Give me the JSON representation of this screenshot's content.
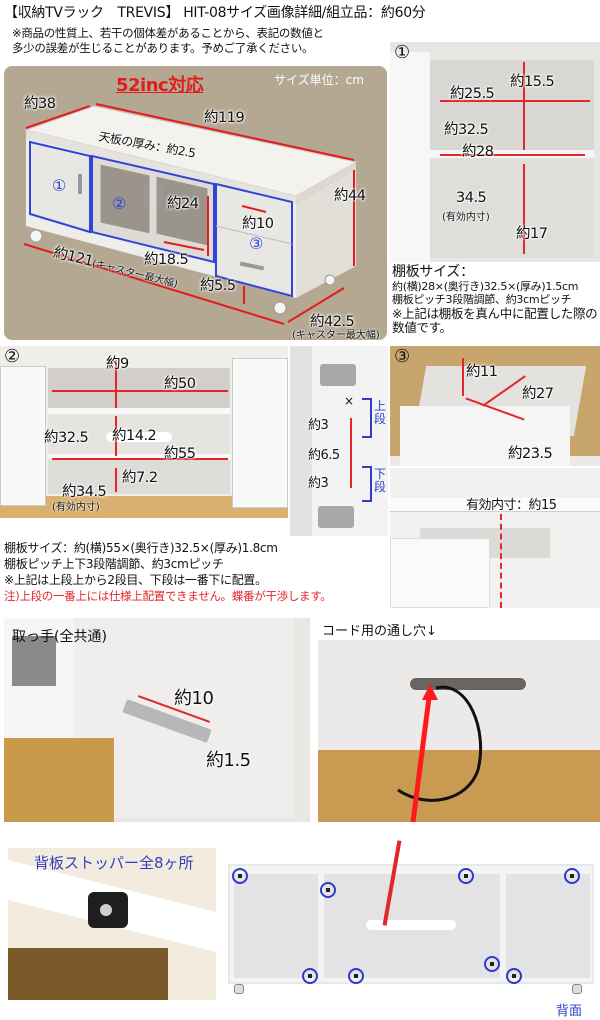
{
  "header": {
    "title": "【収納TVラック　TREVIS】 HIT-08サイズ画像詳細/組立品：約60分",
    "note": "※商品の性質上、若干の個体差があることから、表記の数値と\n多少の誤差が生じることがあります。予めご了承ください。"
  },
  "main_diagram": {
    "heading": "52inc対応",
    "unit_label": "サイズ単位：cm",
    "dims": {
      "depth": "約38",
      "width": "約119",
      "top_thickness": "天板の厚み：約2.5",
      "height": "約44",
      "glass_height": "約24",
      "glass_width": "約18.5",
      "handle": "約10",
      "caster_width": "約121",
      "caster_width_note": "(キャスター最大幅)",
      "base_height": "約5.5",
      "caster_depth": "約42.5",
      "caster_depth_note": "(キャスター最大幅)"
    },
    "section_labels": [
      "①",
      "②",
      "③"
    ],
    "colors": {
      "panel_bg": "#b5a893",
      "accent_red": "#e31d1d",
      "outline_blue": "#3044d8"
    }
  },
  "section1": {
    "number": "①",
    "dims": {
      "top_height": "約15.5",
      "inner_width": "約25.5",
      "shelf_depth": "約32.5",
      "shelf_width": "約28",
      "bottom_depth": "34.5",
      "bottom_depth_note": "(有効内寸)",
      "bottom_height": "約17"
    },
    "shelf_info": {
      "heading": "棚板サイズ：",
      "lines": [
        "約(横)28×(奥行き)32.5×(厚み)1.5cm",
        "棚板ピッチ3段階調節、約3cmピッチ",
        "※上記は棚板を真ん中に配置した際の",
        "数値です。"
      ]
    }
  },
  "section2": {
    "number": "②",
    "dims": {
      "top_height": "約9",
      "top_width": "約50",
      "mid_depth": "約32.5",
      "mid_height": "約14.2",
      "mid_width": "約55",
      "bottom_height": "約7.2",
      "bottom_depth": "約34.5",
      "bottom_depth_note": "(有効内寸)"
    },
    "pitch_detail": {
      "marks": [
        "約3",
        "約6.5",
        "約3"
      ],
      "upper_label": "上段",
      "lower_label": "下段",
      "x_mark": "×"
    },
    "shelf_info": {
      "line1": "棚板サイズ：約(横)55×(奥行き)32.5×(厚み)1.8cm",
      "line2": "棚板ピッチ上下3段階調節、約3cmピッチ",
      "line3": "※上記は上段上から2段目、下段は一番下に配置。",
      "warning": "注)上段の一番上には仕様上配置できません。蝶番が干渉します。"
    }
  },
  "section3": {
    "number": "③",
    "dims": {
      "drawer_height": "約11",
      "drawer_depth": "約27",
      "drawer_width": "約23.5"
    },
    "inner_clearance": "有効内寸：約15"
  },
  "handle_photo": {
    "label": "取っ手(全共通)",
    "length": "約10",
    "thickness": "約1.5"
  },
  "cord_photo": {
    "label": "コード用の通し穴↓"
  },
  "stopper_photo": {
    "label": "背板ストッパー全8ヶ所"
  },
  "back_photo": {
    "label": "背面"
  }
}
